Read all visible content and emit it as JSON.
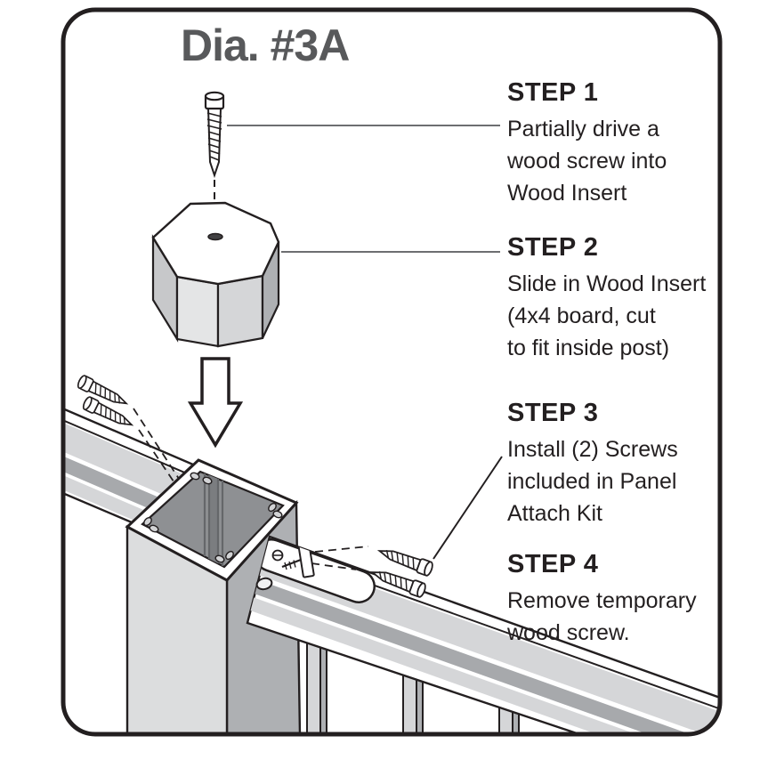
{
  "title": "Dia. #3A",
  "steps": [
    {
      "heading": "STEP 1",
      "body": "Partially drive a\nwood screw into\nWood Insert"
    },
    {
      "heading": "STEP 2",
      "body": "Slide in Wood Insert\n(4x4 board, cut\nto fit inside post)"
    },
    {
      "heading": "STEP 3",
      "body": "Install (2) Screws\nincluded in Panel\nAttach Kit"
    },
    {
      "heading": "STEP 4",
      "body": "Remove temporary\nwood screw."
    }
  ],
  "illustration": {
    "parts": [
      "temporary-wood-screw-icon",
      "wood-insert-icon",
      "down-arrow-icon",
      "aluminum-post-icon",
      "left-rail-icon",
      "right-rail-icon",
      "panel-attach-screws-icon",
      "attach-bracket-icon",
      "balusters-icon"
    ]
  },
  "colors": {
    "ink": "#231f20",
    "title_gray": "#58595b",
    "leader_gray": "#6d6e71",
    "light_gray": "#d5d6d8",
    "mid_gray": "#a7a9ac",
    "dark_gray": "#8e9093",
    "face_light": "#dcddde",
    "face_shadow": "#aeb0b3",
    "background": "#ffffff"
  }
}
